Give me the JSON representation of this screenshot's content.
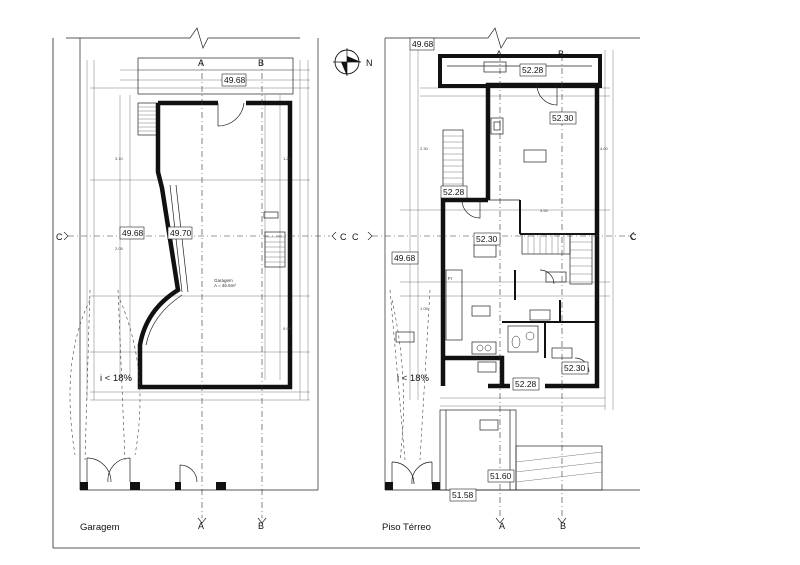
{
  "drawings": {
    "left": {
      "caption": "Garagem",
      "elevations": {
        "top": "49.68",
        "left_inner": "49.68",
        "center": "49.70"
      },
      "slope": "i < 18%",
      "room_label": "Garagem",
      "room_area": "A = 46.6m²"
    },
    "right": {
      "caption": "Piso Térreo",
      "elevations": {
        "corner": "49.68",
        "top": "52.28",
        "upper_right": "52.30",
        "mid_left": "52.28",
        "center": "52.30",
        "left": "49.68",
        "bottom_right": "52.30",
        "bottom_center": "52.28",
        "lower_center": "51.60",
        "lower_left": "51.58"
      },
      "slope": "i < 18%",
      "fridge_label": "Fr"
    }
  },
  "markers": {
    "section_a": "A",
    "section_b": "B",
    "section_c": "C",
    "north": "N"
  },
  "colors": {
    "line": "#111111",
    "background": "#ffffff"
  }
}
